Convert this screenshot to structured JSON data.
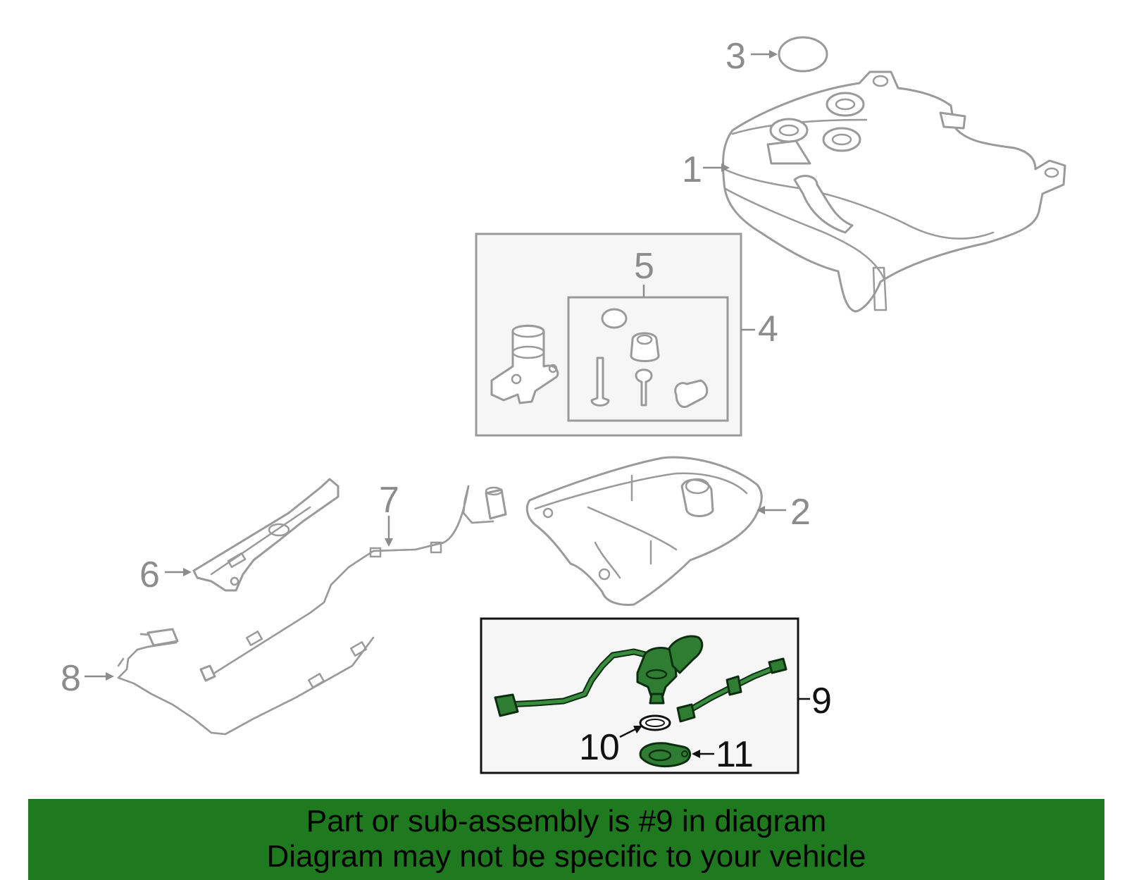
{
  "callouts": {
    "c1": "1",
    "c2": "2",
    "c3": "3",
    "c4": "4",
    "c5": "5",
    "c6": "6",
    "c7": "7",
    "c8": "8",
    "c9": "9",
    "c10": "10",
    "c11": "11"
  },
  "highlight": {
    "part_number": "9",
    "color": "#2e7d32"
  },
  "colors": {
    "banner_background": "#1f7a1f",
    "diagram_lines": "#9a9a9a"
  },
  "banner": {
    "line1": "Part or sub-assembly is #9 in diagram",
    "line2": "Diagram may not be specific to your vehicle"
  }
}
